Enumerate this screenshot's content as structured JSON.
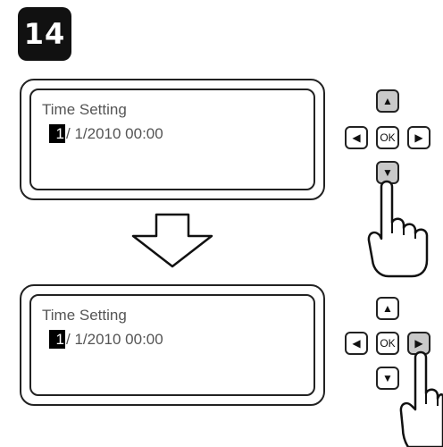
{
  "step": {
    "number": "14"
  },
  "panels": [
    {
      "title": "Time Setting",
      "cursor_char": "1",
      "value_rest": "/ 1/2010 00:00",
      "pressed_button": "down"
    },
    {
      "title": "Time Setting",
      "cursor_char": "1",
      "value_rest": "/ 1/2010 00:00",
      "pressed_button": "right"
    }
  ],
  "keypad": {
    "up_glyph": "▲",
    "down_glyph": "▼",
    "left_glyph": "◀",
    "right_glyph": "▶",
    "ok_label": "OK"
  }
}
